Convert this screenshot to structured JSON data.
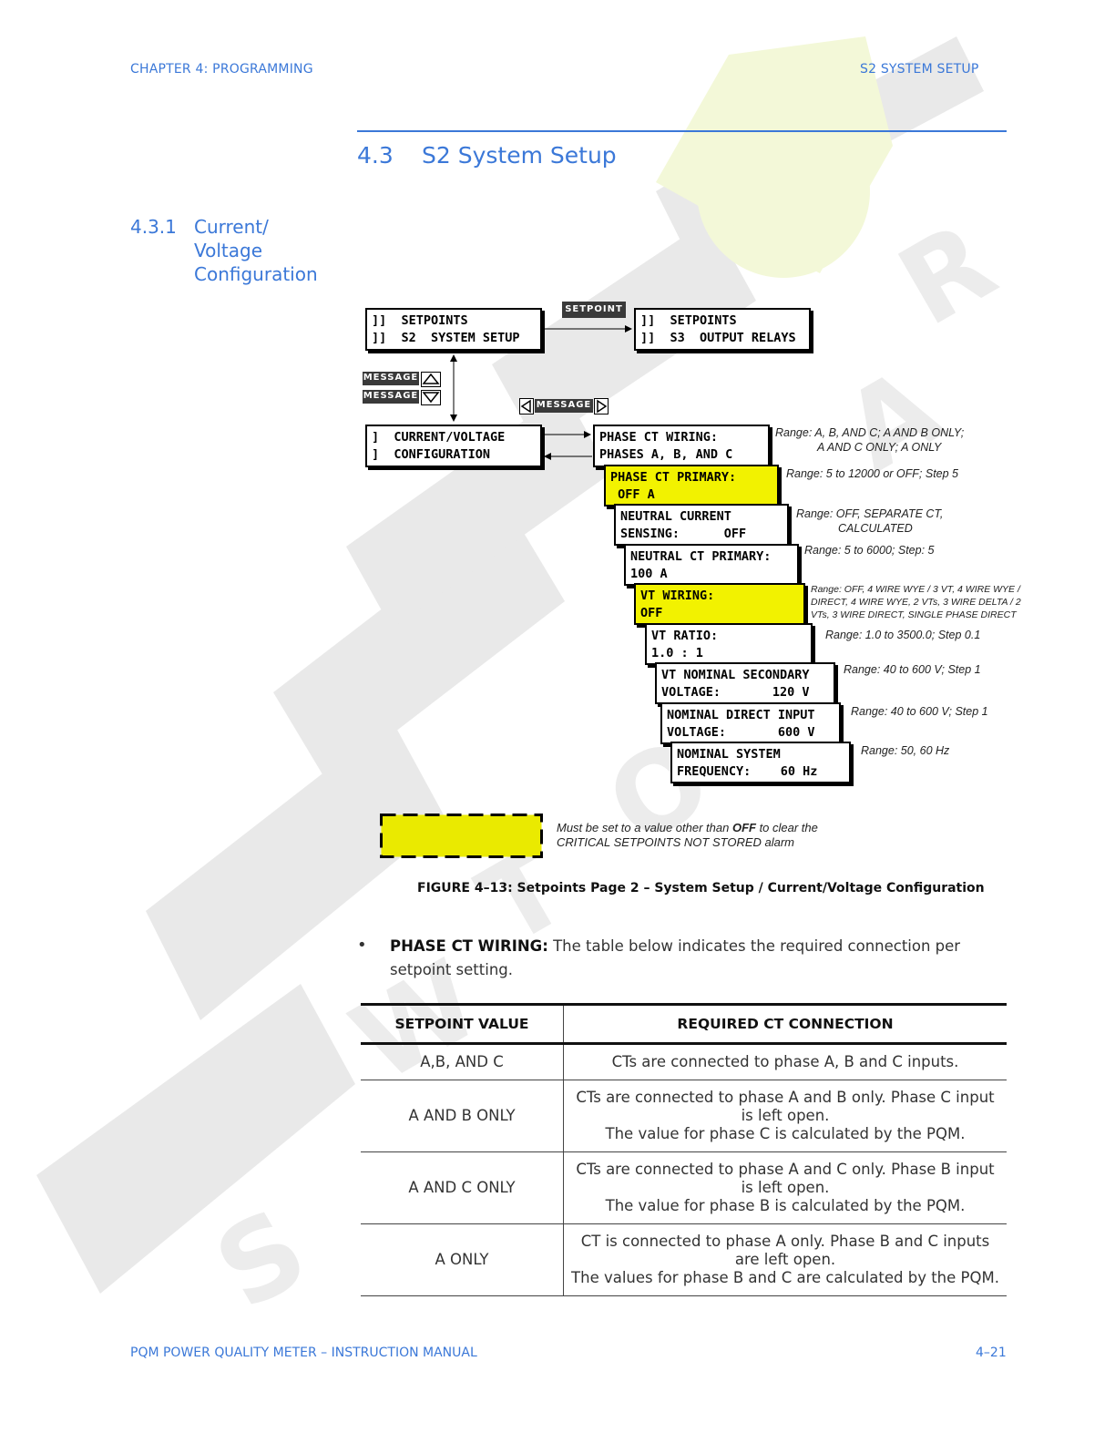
{
  "header": {
    "chapter": "CHAPTER 4: PROGRAMMING",
    "section": "S2 SYSTEM SETUP"
  },
  "section": {
    "number": "4.3",
    "title": "S2 System Setup"
  },
  "subsection": {
    "number": "4.3.1",
    "title_lines": [
      "Current/",
      "Voltage",
      "Configuration"
    ]
  },
  "diagram": {
    "keys": {
      "setpoint": "SETPOINT",
      "message_up": "MESSAGE",
      "message_down": "MESSAGE",
      "message_lr": "MESSAGE"
    },
    "screens": {
      "setpoints_s2": "]]  SETPOINTS\n]]  S2  SYSTEM SETUP",
      "setpoints_s3": "]]  SETPOINTS\n]]  S3  OUTPUT RELAYS",
      "cv_config": "]  CURRENT/VOLTAGE\n]  CONFIGURATION",
      "phase_ct_wiring": "PHASE CT WIRING:\nPHASES A, B, AND C",
      "phase_ct_primary": "PHASE CT PRIMARY:\n OFF A",
      "neutral_sensing": "NEUTRAL CURRENT\nSENSING:      OFF",
      "neutral_ct_primary": "NEUTRAL CT PRIMARY:\n100 A",
      "vt_wiring": "VT WIRING:\nOFF",
      "vt_ratio": "VT RATIO:\n1.0 : 1",
      "vt_nominal_secondary": "VT NOMINAL SECONDARY\nVOLTAGE:       120 V",
      "nominal_direct_input": "NOMINAL DIRECT INPUT\nVOLTAGE:       600 V",
      "nominal_system_frequency": "NOMINAL SYSTEM\nFREQUENCY:    60 Hz"
    },
    "ranges": {
      "phase_ct_wiring_1": "Range:   A, B, AND C; A AND B ONLY;",
      "phase_ct_wiring_2": "A AND C ONLY; A ONLY",
      "phase_ct_primary": "Range: 5 to 12000 or OFF; Step 5",
      "neutral_sensing_1": "Range:   OFF, SEPARATE CT,",
      "neutral_sensing_2": "CALCULATED",
      "neutral_ct_primary": "Range: 5 to 6000; Step: 5",
      "vt_wiring_1": "Range: OFF, 4 WIRE WYE / 3 VT, 4 WIRE WYE /",
      "vt_wiring_2": "DIRECT, 4 WIRE WYE, 2 VTs, 3 WIRE DELTA / 2",
      "vt_wiring_3": "VTs, 3 WIRE DIRECT, SINGLE PHASE DIRECT",
      "vt_ratio": "Range: 1.0 to 3500.0; Step 0.1",
      "vt_nominal_secondary": "Range: 40 to 600 V; Step 1",
      "nominal_direct_input": "Range: 40 to 600 V; Step 1",
      "nominal_system_frequency": "Range: 50, 60 Hz"
    },
    "legend": {
      "prefix": "Must be set to a value other than ",
      "bold": "OFF",
      "suffix": " to clear the",
      "line2": "CRITICAL SETPOINTS NOT STORED alarm"
    },
    "colors": {
      "highlight": "#f2f200",
      "accent": "#3b78d8"
    }
  },
  "figure_caption": "FIGURE 4–13: Setpoints Page 2 – System Setup / Current/Voltage Configuration",
  "bullet": {
    "label": "PHASE CT WIRING:",
    "text": " The table below indicates the required connection per setpoint setting."
  },
  "table": {
    "headers": [
      "SETPOINT VALUE",
      "REQUIRED CT CONNECTION"
    ],
    "rows": [
      {
        "value": "A,B, AND C",
        "lines": [
          "CTs are connected to phase A, B and C inputs."
        ]
      },
      {
        "value": "A AND B ONLY",
        "lines": [
          "CTs are connected to phase A and B only. Phase C input is left open.",
          "The value for phase C is calculated by the PQM."
        ]
      },
      {
        "value": "A AND C ONLY",
        "lines": [
          "CTs are connected to phase A and C only. Phase B input is left open.",
          "The value for phase B is calculated by the PQM."
        ]
      },
      {
        "value": "A ONLY",
        "lines": [
          "CT is connected to phase A only. Phase B and C inputs are left open.",
          "The values for phase B and C are calculated by the PQM."
        ]
      }
    ]
  },
  "footer": {
    "left": "PQM POWER QUALITY METER – INSTRUCTION MANUAL",
    "right": "4–21"
  }
}
